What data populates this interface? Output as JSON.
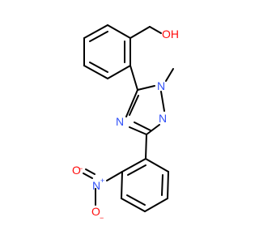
{
  "colors": {
    "background": "#ffffff",
    "bond": "#000000",
    "oxygen": "#ff0d0d",
    "nitrogen": "#3050f8"
  },
  "labels": {
    "hydroxyl": "OH",
    "methyl_n": "N",
    "ring_n_left": "N",
    "ring_n_right": "N",
    "nitro_n": "N",
    "nitro_n_charge": "+",
    "nitro_o_left": "O",
    "nitro_o_left_charge": "−",
    "nitro_o_bottom": "O",
    "nitro_o_bottom_charge": "−"
  }
}
